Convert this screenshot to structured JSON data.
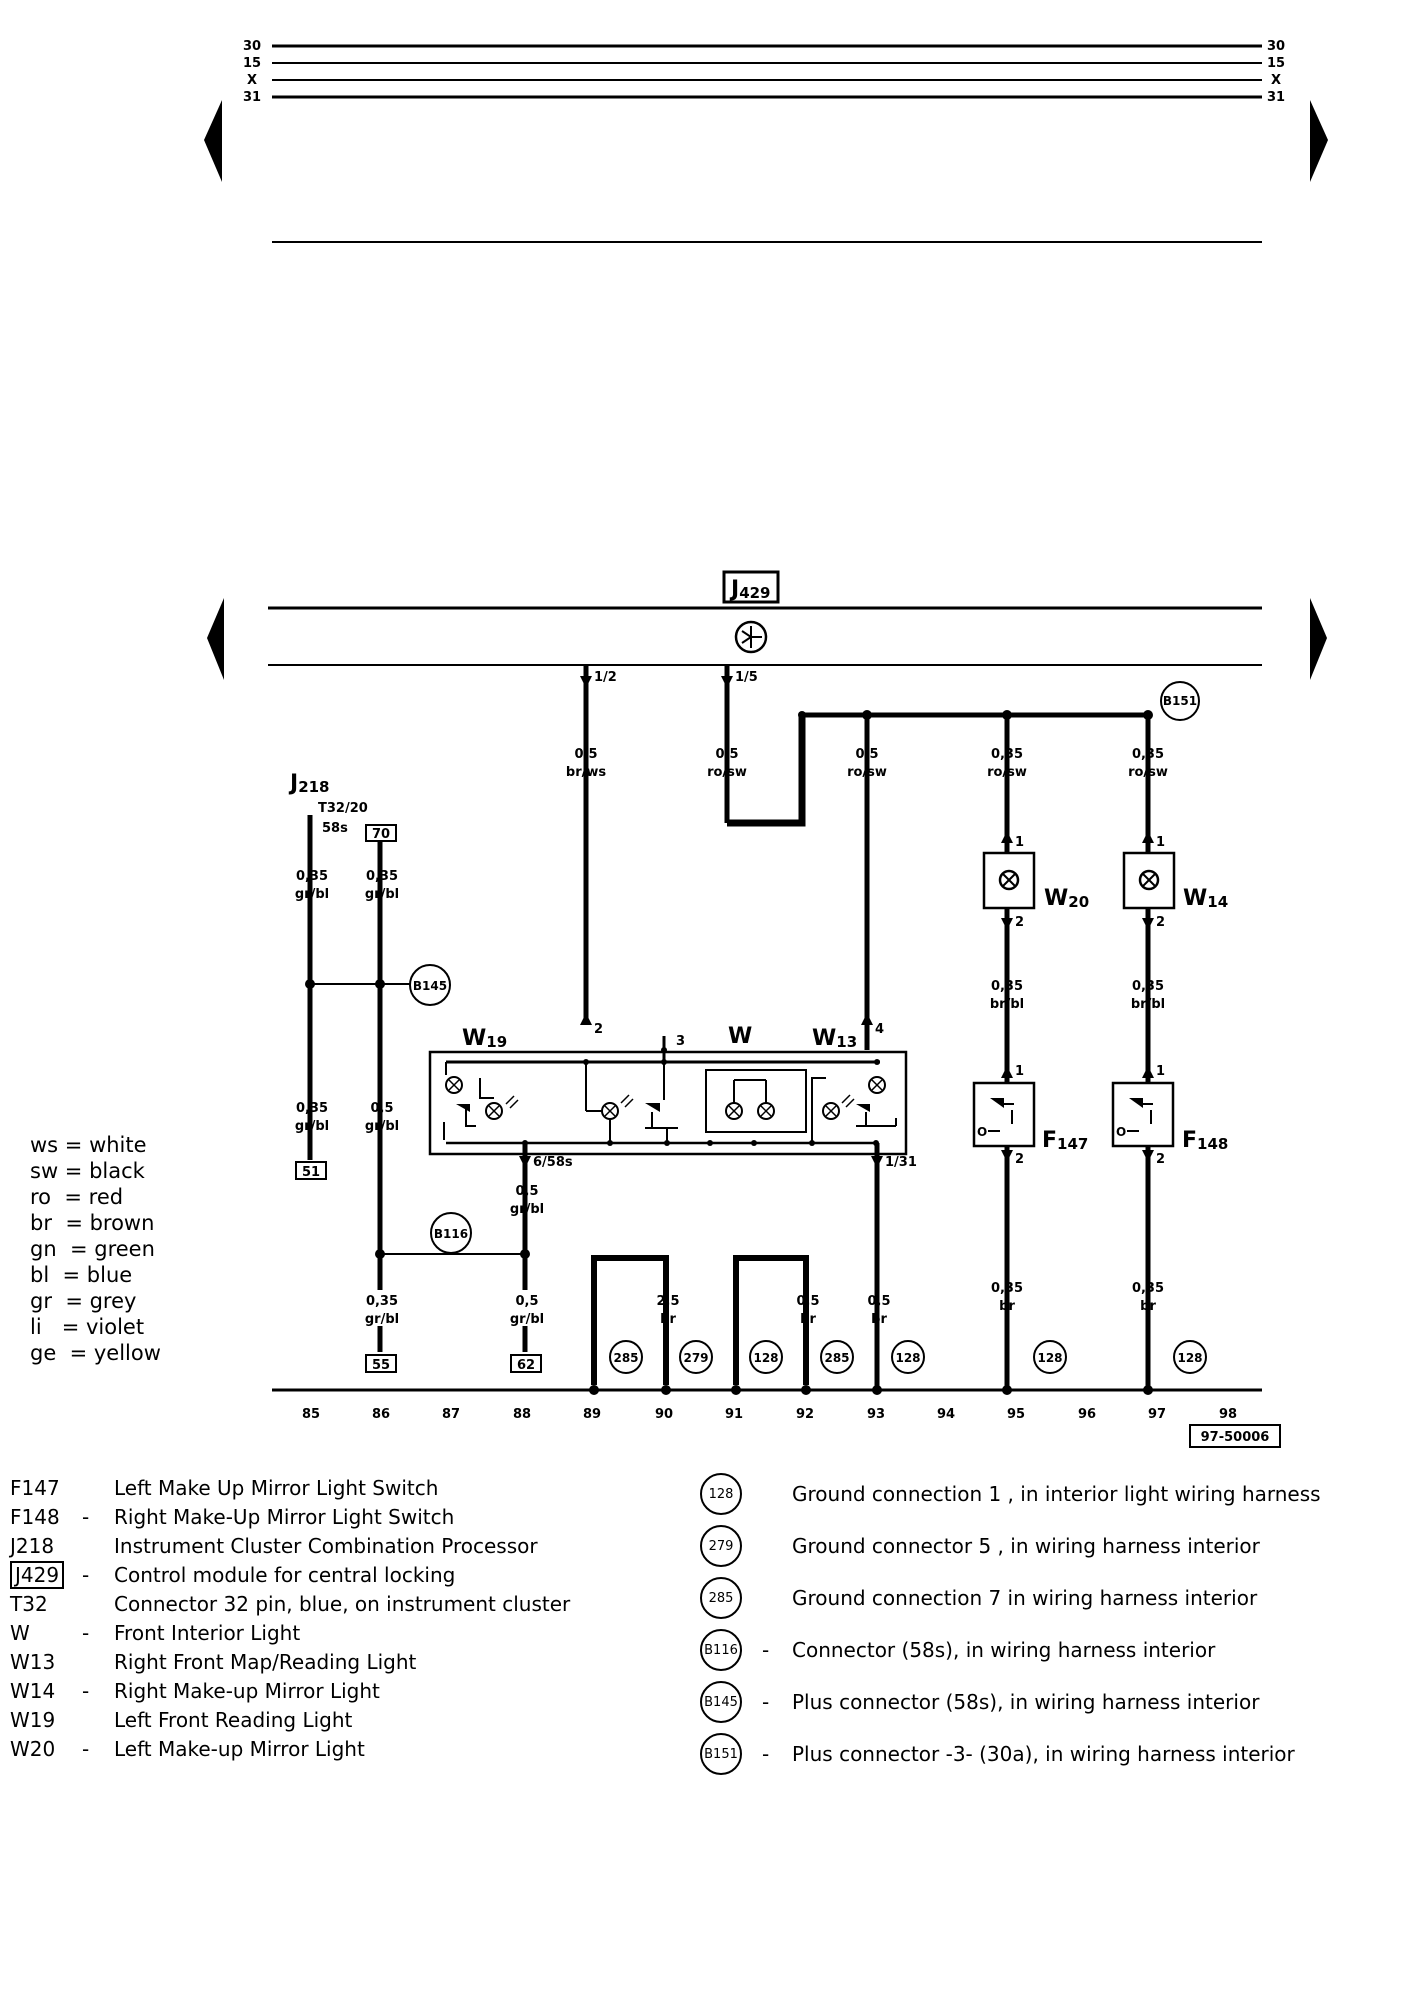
{
  "top_bus": {
    "labels": [
      "30",
      "15",
      "X",
      "31"
    ]
  },
  "module": {
    "code": "J429",
    "code_main": "J",
    "code_sub": "429"
  },
  "pins": {
    "j429_1_2": "1/2",
    "j429_1_5": "1/5",
    "pin_1": "1",
    "pin_2": "2",
    "pin_3": "3",
    "pin_4": "4",
    "pin_6_58s": "6/58s",
    "pin_1_31": "1/31"
  },
  "wires": {
    "w_05_brws": [
      "0,5",
      "br/ws"
    ],
    "w_05_rosw": [
      "0,5",
      "ro/sw"
    ],
    "w_035_rosw": [
      "0,35",
      "ro/sw"
    ],
    "w_035_grbl": [
      "0,35",
      "gr/bl"
    ],
    "w_05_grbl": [
      "0,5",
      "gr/bl"
    ],
    "w_035_brbl": [
      "0,35",
      "br/bl"
    ],
    "w_25_br": [
      "2,5",
      "br"
    ],
    "w_05_br": [
      "0,5",
      "br"
    ],
    "w_035_br": [
      "0,35",
      "br"
    ]
  },
  "components": {
    "j218_main": "J",
    "j218_sub": "218",
    "t32": "T32/20",
    "t32_58s": "58s",
    "w_main": "W",
    "w19_sub": "19",
    "w13_sub": "13",
    "w20_sub": "20",
    "w14_sub": "14",
    "f_main": "F",
    "f147_sub": "147",
    "f148_sub": "148"
  },
  "connectors": {
    "b151": "B151",
    "b145": "B145",
    "b116": "B116",
    "box_70": "70",
    "box_51": "51",
    "box_55": "55",
    "box_62": "62"
  },
  "grounds": [
    "285",
    "279",
    "128",
    "285",
    "128",
    "128",
    "128"
  ],
  "bottom_numbers": [
    "85",
    "86",
    "87",
    "88",
    "89",
    "90",
    "91",
    "92",
    "93",
    "94",
    "95",
    "96",
    "97",
    "98"
  ],
  "figure_code": "97-50006",
  "color_legend": [
    "ws = white",
    "sw = black",
    "ro  = red",
    "br  = brown",
    "gn  = green",
    "bl  = blue",
    "gr  = grey",
    "li   = violet",
    "ge  = yellow"
  ],
  "component_legend": [
    {
      "code": "F147",
      "dash": "",
      "desc": "Left Make Up Mirror Light Switch"
    },
    {
      "code": "F148",
      "dash": "-",
      "desc": "Right Make-Up Mirror Light Switch"
    },
    {
      "code": "J218",
      "dash": "",
      "desc": "Instrument Cluster Combination Processor"
    },
    {
      "code": "J429",
      "dash": "-",
      "desc": "Control module for central locking"
    },
    {
      "code": "T32",
      "dash": "",
      "desc": "Connector 32 pin, blue, on instrument cluster"
    },
    {
      "code": "W",
      "dash": "-",
      "desc": "Front Interior Light"
    },
    {
      "code": "W13",
      "dash": "",
      "desc": "Right Front Map/Reading Light"
    },
    {
      "code": "W14",
      "dash": "-",
      "desc": "Right Make-up Mirror Light"
    },
    {
      "code": "W19",
      "dash": "",
      "desc": "Left Front Reading Light"
    },
    {
      "code": "W20",
      "dash": "-",
      "desc": "Left Make-up Mirror Light"
    }
  ],
  "ground_legend": [
    {
      "code": "128",
      "dash": "",
      "desc": "Ground connection  1 , in interior light wiring harness"
    },
    {
      "code": "279",
      "dash": "",
      "desc": "Ground connector  5 , in wiring harness interior"
    },
    {
      "code": "285",
      "dash": "",
      "desc": "Ground connection  7  in wiring harness interior"
    },
    {
      "code": "B116",
      "dash": "-",
      "desc": "Connector (58s), in wiring harness interior"
    },
    {
      "code": "B145",
      "dash": "-",
      "desc": "Plus connector (58s), in wiring harness interior"
    },
    {
      "code": "B151",
      "dash": "-",
      "desc": "Plus connector -3- (30a), in wiring harness interior"
    }
  ]
}
